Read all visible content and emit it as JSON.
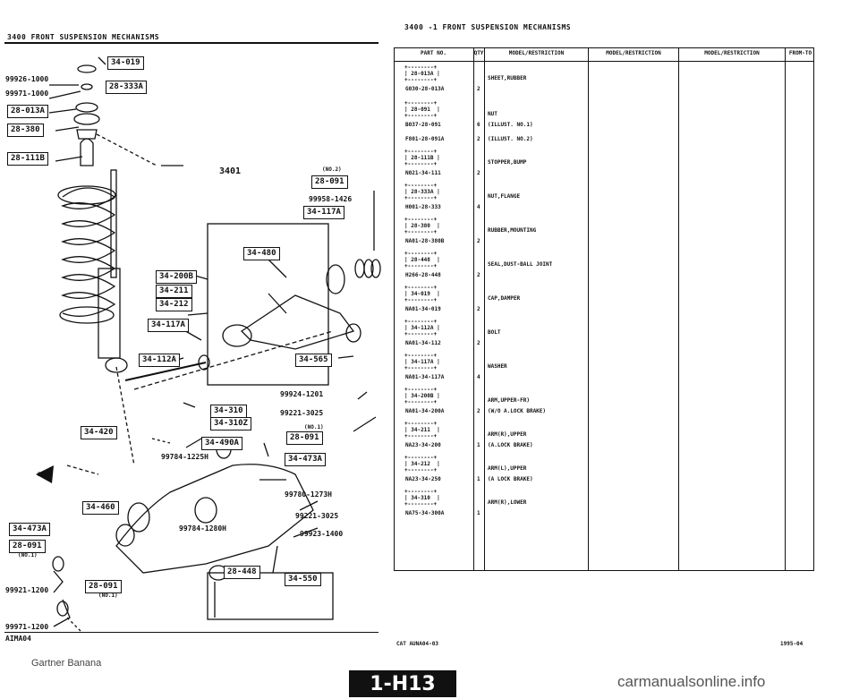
{
  "left_header": "3400  FRONT SUSPENSION MECHANISMS",
  "right_header": "3400 -1    FRONT SUSPENSION MECHANISMS",
  "diagram": {
    "callouts": [
      {
        "id": "c1",
        "text": "34-019"
      },
      {
        "id": "c2",
        "text": "28-333A"
      },
      {
        "id": "c3",
        "text": "28-013A"
      },
      {
        "id": "c4",
        "text": "28-380"
      },
      {
        "id": "c5",
        "text": "28-111B"
      },
      {
        "id": "c6",
        "text": "28-091"
      },
      {
        "id": "c7",
        "text": "34-117A"
      },
      {
        "id": "c8",
        "text": "34-480"
      },
      {
        "id": "c9",
        "text": "34-200B"
      },
      {
        "id": "c10",
        "text": "34-211"
      },
      {
        "id": "c11",
        "text": "34-212"
      },
      {
        "id": "c12",
        "text": "34-117A"
      },
      {
        "id": "c13",
        "text": "34-112A"
      },
      {
        "id": "c14",
        "text": "34-565"
      },
      {
        "id": "c15",
        "text": "34-310"
      },
      {
        "id": "c16",
        "text": "34-310Z"
      },
      {
        "id": "c17",
        "text": "34-420"
      },
      {
        "id": "c18",
        "text": "34-490A"
      },
      {
        "id": "c19",
        "text": "28-091"
      },
      {
        "id": "c20",
        "text": "34-473A"
      },
      {
        "id": "c21",
        "text": "34-460"
      },
      {
        "id": "c22",
        "text": "34-473A"
      },
      {
        "id": "c23",
        "text": "28-091"
      },
      {
        "id": "c24",
        "text": "28-091"
      },
      {
        "id": "c25",
        "text": "28-448"
      },
      {
        "id": "c26",
        "text": "34-550"
      }
    ],
    "part_numbers": [
      {
        "id": "p1",
        "text": "99926-1000"
      },
      {
        "id": "p2",
        "text": "99971-1000"
      },
      {
        "id": "p3",
        "text": "3401"
      },
      {
        "id": "p4",
        "text": "(NO.2)"
      },
      {
        "id": "p5",
        "text": "99958-1426"
      },
      {
        "id": "p6",
        "text": "99924-1201"
      },
      {
        "id": "p7",
        "text": "99221-3025"
      },
      {
        "id": "p8",
        "text": "(NO.1)"
      },
      {
        "id": "p9",
        "text": "99784-1225H"
      },
      {
        "id": "p10",
        "text": "99780-1273H"
      },
      {
        "id": "p11",
        "text": "99221-3025"
      },
      {
        "id": "p12",
        "text": "99784-1280H"
      },
      {
        "id": "p13",
        "text": "99923-1400"
      },
      {
        "id": "p14",
        "text": "(NO.1)"
      },
      {
        "id": "p15",
        "text": "(NO.1)"
      },
      {
        "id": "p16",
        "text": "99921-1200"
      },
      {
        "id": "p17",
        "text": "99971-1200"
      },
      {
        "id": "p18",
        "text": "AIMA04"
      }
    ],
    "fwd_label": "FWD"
  },
  "table": {
    "columns": [
      "PART NO.",
      "QTY",
      "MODEL/RESTRICTION",
      "MODEL/RESTRICTION",
      "MODEL/RESTRICTION",
      "FROM-TO"
    ],
    "rows": [
      {
        "ref": "28-013A",
        "part": "G030-28-013A",
        "qty": "2",
        "desc": "SHEET,RUBBER"
      },
      {
        "ref": "28-091",
        "part": "B037-28-091",
        "qty": "6",
        "desc": "NUT",
        "desc2": "(ILLUST. NO.1)"
      },
      {
        "ref": "",
        "part": "F801-28-091A",
        "qty": "2",
        "desc": "(ILLUST. NO.2)"
      },
      {
        "ref": "28-111B",
        "part": "N021-34-111",
        "qty": "2",
        "desc": "STOPPER,BUMP"
      },
      {
        "ref": "28-333A",
        "part": "H001-28-333",
        "qty": "4",
        "desc": "NUT,FLANGE"
      },
      {
        "ref": "28-380",
        "part": "NA01-28-380B",
        "qty": "2",
        "desc": "RUBBER,MOUNTING"
      },
      {
        "ref": "28-448",
        "part": "H266-28-448",
        "qty": "2",
        "desc": "SEAL,DUST-BALL JOINT"
      },
      {
        "ref": "34-019",
        "part": "NA01-34-019",
        "qty": "2",
        "desc": "CAP,DAMPER"
      },
      {
        "ref": "34-112A",
        "part": "NA01-34-112",
        "qty": "2",
        "desc": "BOLT"
      },
      {
        "ref": "34-117A",
        "part": "NA01-34-117A",
        "qty": "4",
        "desc": "WASHER"
      },
      {
        "ref": "34-200B",
        "part": "NA01-34-200A",
        "qty": "2",
        "desc": "ARM,UPPER-FR)",
        "desc2": "(W/O A.LOCK BRAKE)"
      },
      {
        "ref": "34-211",
        "part": "NA23-34-200",
        "qty": "1",
        "desc": "ARM(R),UPPER",
        "desc2": "(A.LOCK BRAKE)"
      },
      {
        "ref": "34-212",
        "part": "NA23-34-250",
        "qty": "1",
        "desc": "ARM(L),UPPER",
        "desc2": "(A LOCK BRAKE)"
      },
      {
        "ref": "34-310",
        "part": "NA75-34-300A",
        "qty": "1",
        "desc": "ARM(R),LOWER"
      }
    ],
    "footer_left": "CAT AUNA04-03",
    "footer_right": "1995-04"
  },
  "page_label": "1-H13",
  "watermark_left": "Gartner Banana",
  "watermark_right": "carmanualsonline.info"
}
